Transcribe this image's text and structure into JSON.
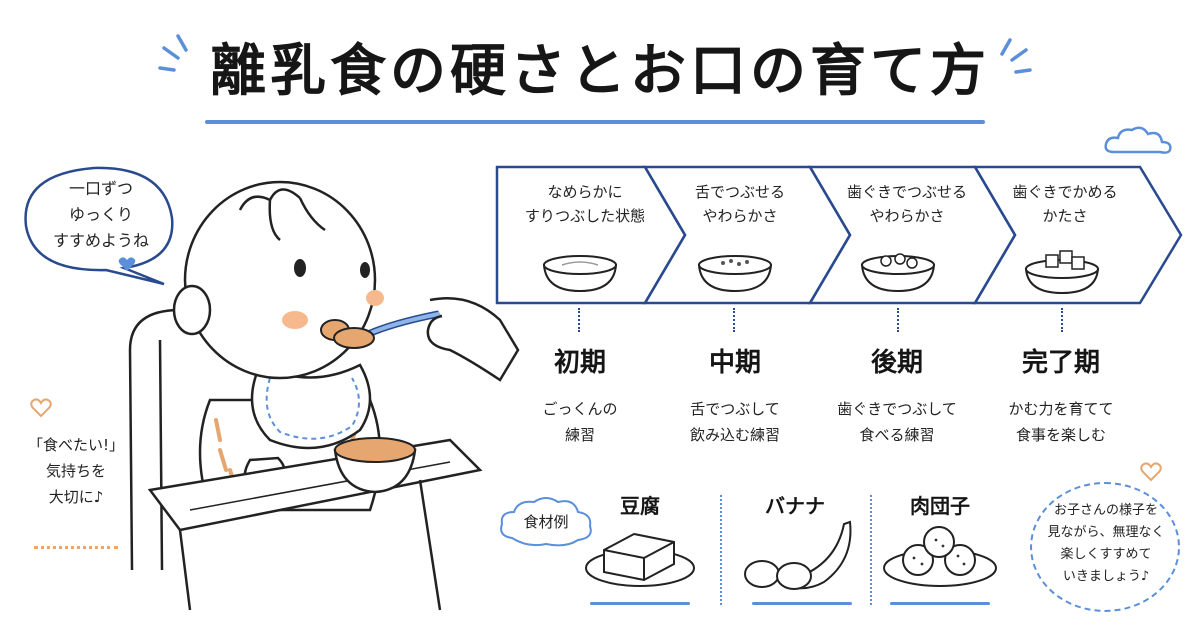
{
  "title": "離乳食の硬さとお口の育て方",
  "speech_bubble": [
    "一口ずつ",
    "ゆっくり",
    "すすめようね"
  ],
  "side_message": [
    "「食べたい!」",
    "気持ちを",
    "大切に♪"
  ],
  "stages": [
    {
      "texture": [
        "なめらかに",
        "すりつぶした状態"
      ],
      "name": "初期",
      "desc": [
        "ごっくんの",
        "練習"
      ]
    },
    {
      "texture": [
        "舌でつぶせる",
        "やわらかさ"
      ],
      "name": "中期",
      "desc": [
        "舌でつぶして",
        "飲み込む練習"
      ]
    },
    {
      "texture": [
        "歯ぐきでつぶせる",
        "やわらかさ"
      ],
      "name": "後期",
      "desc": [
        "歯ぐきでつぶして",
        "食べる練習"
      ]
    },
    {
      "texture": [
        "歯ぐきでかめる",
        "かたさ"
      ],
      "name": "完了期",
      "desc": [
        "かむ力を育てて",
        "食事を楽しむ"
      ]
    }
  ],
  "food_examples": {
    "label": "食材例",
    "items": [
      "豆腐",
      "バナナ",
      "肉団子"
    ]
  },
  "closing_note": [
    "お子さんの様子を",
    "見ながら、無理なく",
    "楽しくすすめて",
    "いきましょう♪"
  ],
  "colors": {
    "accent": "#5b8fd9",
    "navy": "#2a4a8f",
    "blush": "#f6b98d",
    "food": "#e6a66f"
  }
}
